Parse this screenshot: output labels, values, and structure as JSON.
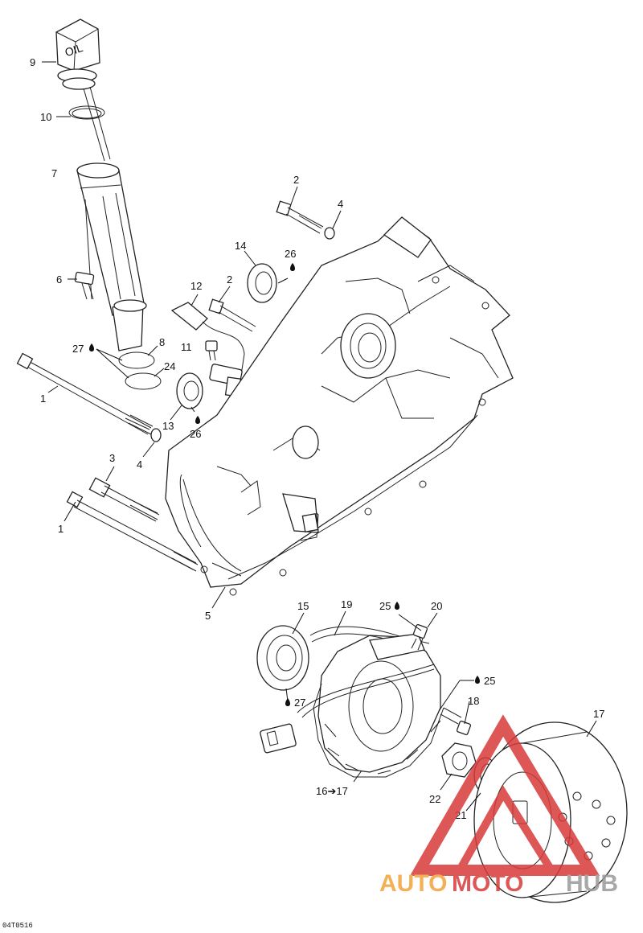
{
  "diagram": {
    "reference_code": "04T0516",
    "dipstick_cap_text": "OIL",
    "callouts": [
      {
        "id": "c9",
        "text": "9"
      },
      {
        "id": "c10",
        "text": "10"
      },
      {
        "id": "c7",
        "text": "7"
      },
      {
        "id": "c6",
        "text": "6"
      },
      {
        "id": "c27a",
        "text": "27"
      },
      {
        "id": "c8",
        "text": "8"
      },
      {
        "id": "c24",
        "text": "24"
      },
      {
        "id": "c1a",
        "text": "1"
      },
      {
        "id": "c2a",
        "text": "2"
      },
      {
        "id": "c4a",
        "text": "4"
      },
      {
        "id": "c14",
        "text": "14"
      },
      {
        "id": "c26a",
        "text": "26"
      },
      {
        "id": "c12",
        "text": "12"
      },
      {
        "id": "c2b",
        "text": "2"
      },
      {
        "id": "c11",
        "text": "11"
      },
      {
        "id": "c13",
        "text": "13"
      },
      {
        "id": "c26b",
        "text": "26"
      },
      {
        "id": "c3",
        "text": "3"
      },
      {
        "id": "c4b",
        "text": "4"
      },
      {
        "id": "c1b",
        "text": "1"
      },
      {
        "id": "c5",
        "text": "5"
      },
      {
        "id": "c15",
        "text": "15"
      },
      {
        "id": "c19",
        "text": "19"
      },
      {
        "id": "c25a",
        "text": "25"
      },
      {
        "id": "c20",
        "text": "20"
      },
      {
        "id": "c27b",
        "text": "27"
      },
      {
        "id": "c25b",
        "text": "25"
      },
      {
        "id": "c18",
        "text": "18"
      },
      {
        "id": "c17",
        "text": "17"
      },
      {
        "id": "c16",
        "text": "16➔17"
      },
      {
        "id": "c22",
        "text": "22"
      },
      {
        "id": "c21",
        "text": "21"
      }
    ]
  },
  "watermark": {
    "word_part_1": "AUTO",
    "word_part_2": "MOTO",
    "word_part_3": "HUB",
    "color_orange": "#f2a33a",
    "color_red": "#d83a3a",
    "color_gray": "#9a9a9a"
  }
}
